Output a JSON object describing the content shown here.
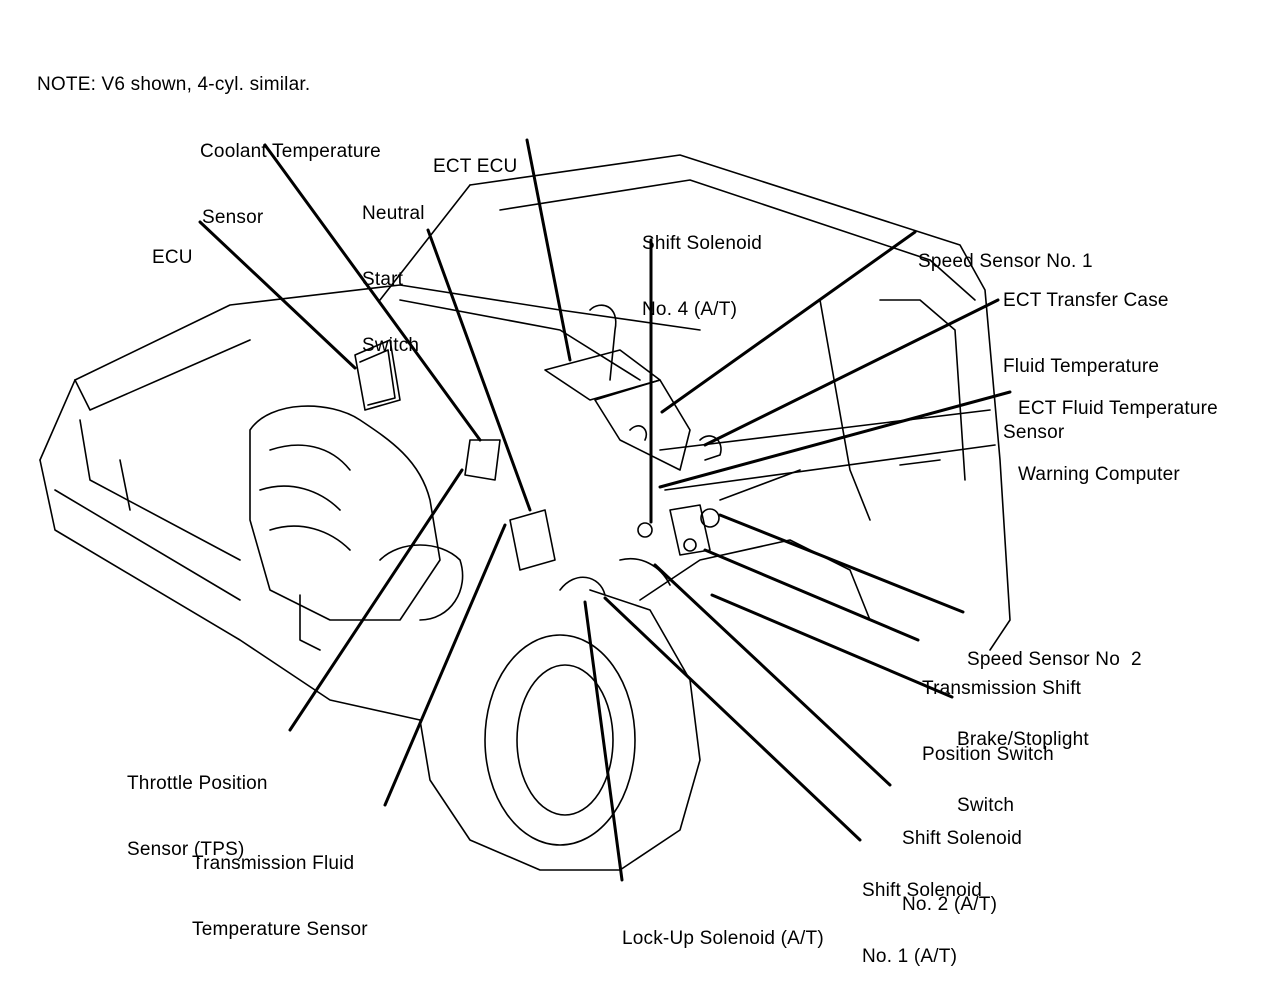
{
  "note": "NOTE: V6 shown, 4-cyl. similar.",
  "colors": {
    "ink": "#000000",
    "background": "#ffffff"
  },
  "labels": {
    "coolant_temp_sensor": [
      "Coolant Temperature",
      "Sensor"
    ],
    "ect_ecu": [
      "ECT ECU"
    ],
    "neutral_start_switch": [
      "Neutral",
      "Start",
      "Switch"
    ],
    "ecu": [
      "ECU"
    ],
    "shift_solenoid_4": [
      "Shift Solenoid",
      "No. 4 (A/T)"
    ],
    "speed_sensor_1": [
      "Speed Sensor No. 1"
    ],
    "ect_transfer_case_sensor": [
      "ECT Transfer Case",
      "Fluid Temperature",
      "Sensor"
    ],
    "ect_fluid_warning_computer": [
      "ECT Fluid Temperature",
      "Warning Computer"
    ],
    "speed_sensor_2": [
      "Speed Sensor No  2"
    ],
    "trans_shift_position_switch": [
      "Transmission Shift",
      "Position Switch"
    ],
    "brake_stoplight_switch": [
      "Brake/Stoplight",
      "Switch"
    ],
    "throttle_position_sensor": [
      "Throttle Position",
      "Sensor (TPS)"
    ],
    "trans_fluid_temp_sensor": [
      "Transmission Fluid",
      "Temperature Sensor"
    ],
    "shift_solenoid_2": [
      "Shift Solenoid",
      "No. 2 (A/T)"
    ],
    "shift_solenoid_1": [
      "Shift Solenoid",
      "No. 1 (A/T)"
    ],
    "lockup_solenoid": [
      "Lock-Up Solenoid (A/T)"
    ]
  }
}
